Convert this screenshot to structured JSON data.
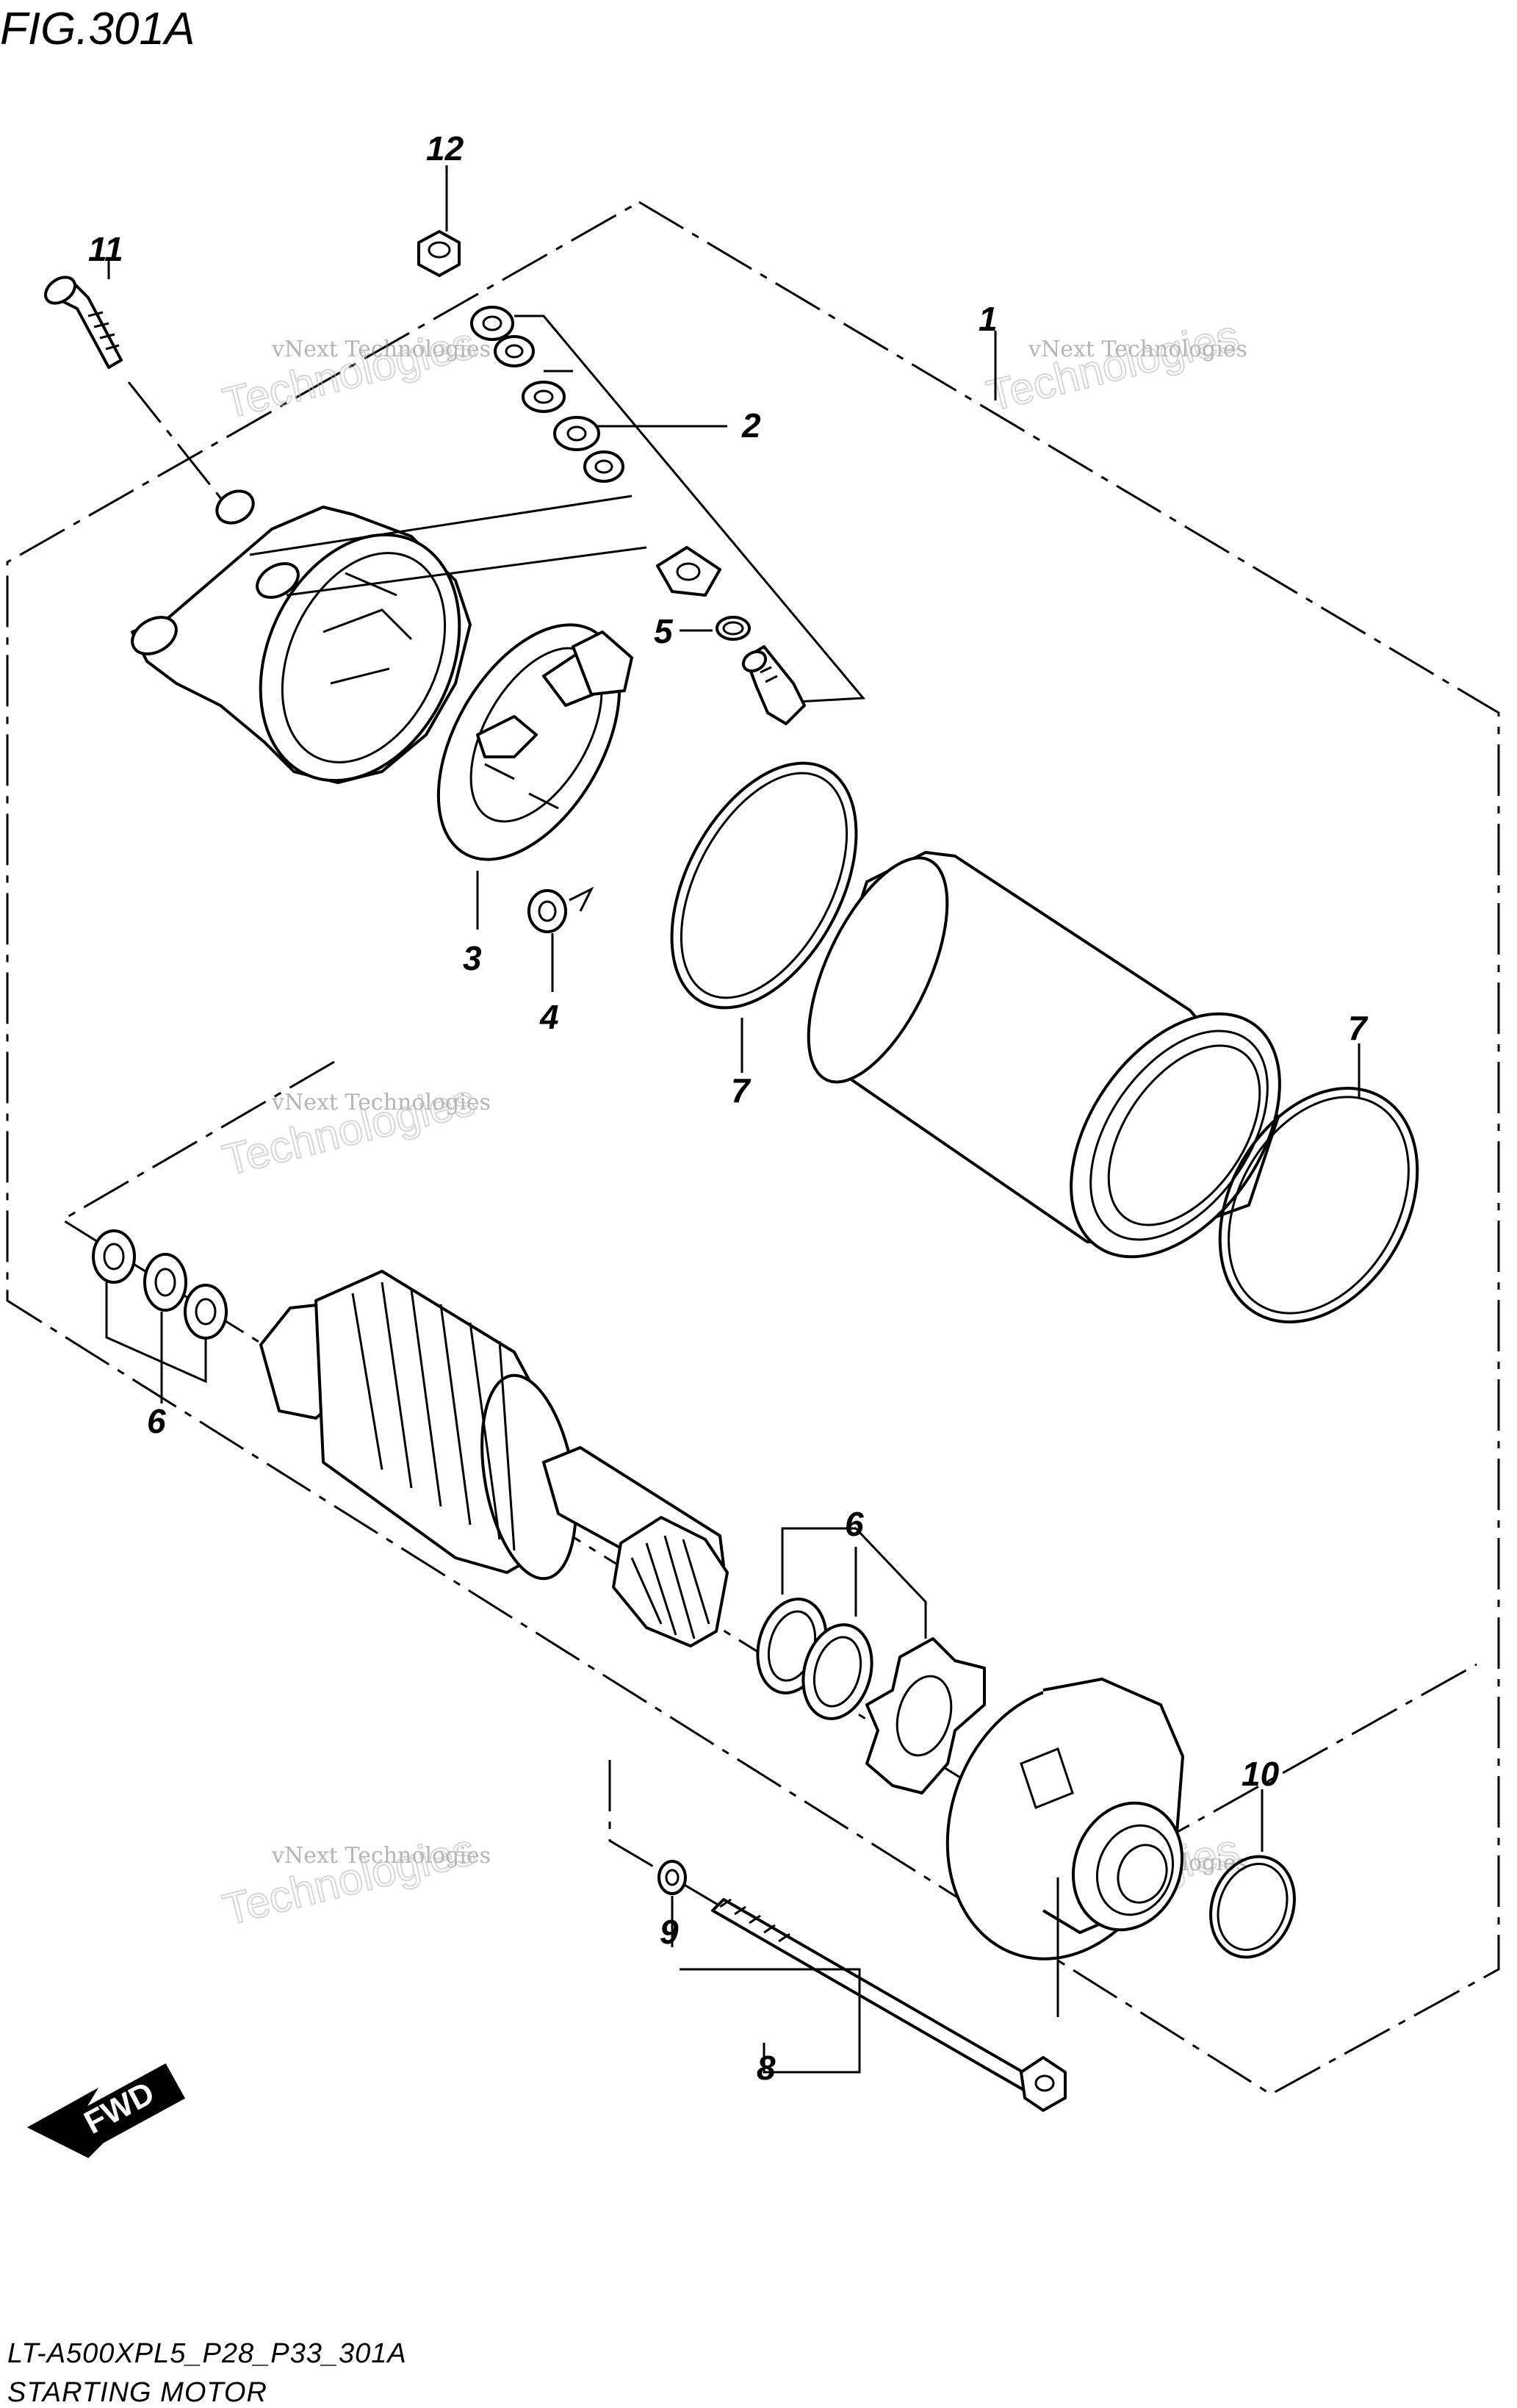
{
  "figure": {
    "title": "FIG.301A",
    "model_code": "LT-A500XPL5_P28_P33_301A",
    "caption": "STARTING MOTOR"
  },
  "direction_arrow": {
    "label": "FWD"
  },
  "watermark": {
    "line1": "vNext Technologies",
    "line2": "vNext",
    "line3": "Technologies"
  },
  "callouts": [
    "1",
    "2",
    "3",
    "4",
    "5",
    "6",
    "6",
    "7",
    "7",
    "8",
    "9",
    "10",
    "11",
    "12"
  ]
}
